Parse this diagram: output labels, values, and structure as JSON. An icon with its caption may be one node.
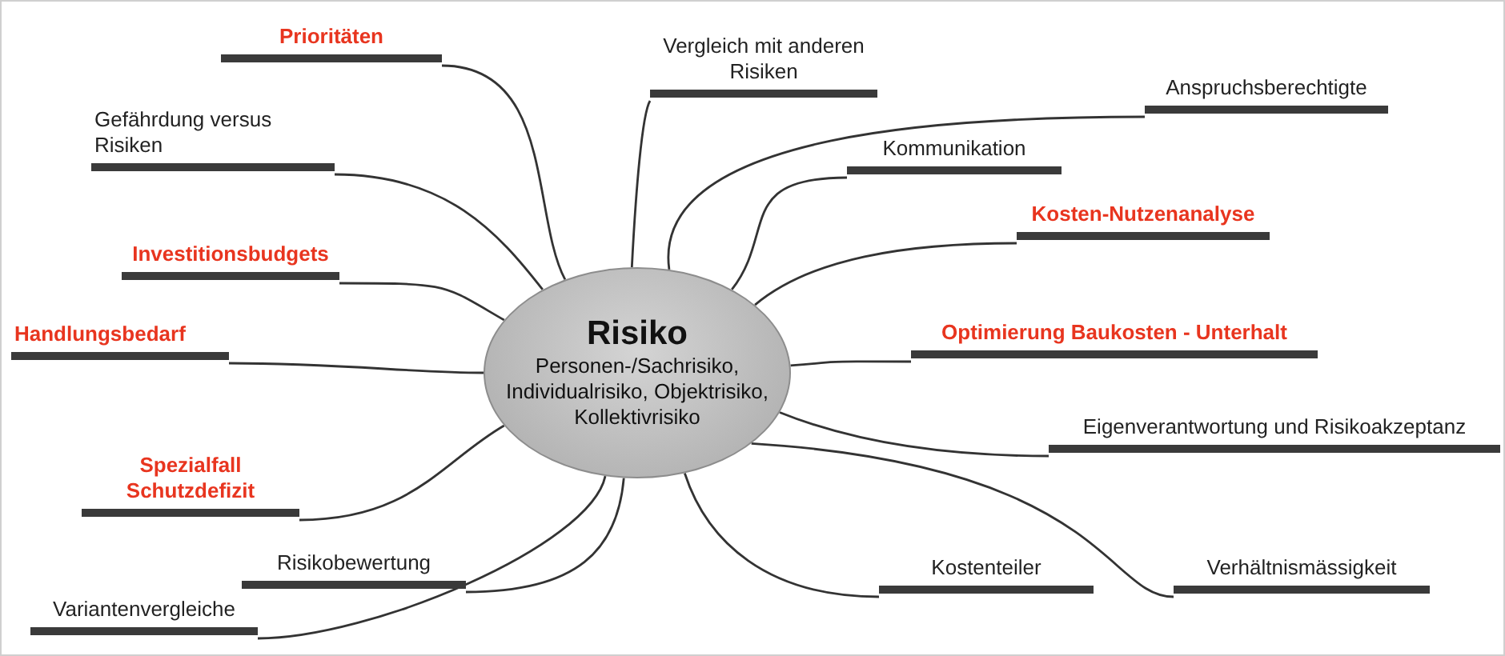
{
  "diagram": {
    "nodes": [
      {
        "text": [
          "Risiko",
          "Personen-/Sachrisiko, Individualrisiko, Objektrisiko, Kollektivrisiko"
        ]
      },
      {
        "text": [
          "Prioritäten"
        ]
      },
      {
        "text": [
          "Gefährdung versus Risiken"
        ]
      },
      {
        "text": [
          "Investitionsbudgets"
        ]
      },
      {
        "text": [
          "Handlungsbedarf"
        ]
      },
      {
        "text": [
          "Spezialfall Schutzdefizit"
        ]
      },
      {
        "text": [
          "Risikobewertung"
        ]
      },
      {
        "text": [
          "Variantenvergleiche"
        ]
      },
      {
        "text": [
          "Vergleich mit anderen Risiken"
        ]
      },
      {
        "text": [
          "Anspruchsberechtigte"
        ]
      },
      {
        "text": [
          "Kommunikation"
        ]
      },
      {
        "text": [
          "Kosten-Nutzenanalyse"
        ]
      },
      {
        "text": [
          "Optimierung Baukosten - Unterhalt"
        ]
      },
      {
        "text": [
          "Eigenverantwortung und Risikoakzeptanz"
        ]
      },
      {
        "text": [
          "Kostenteiler"
        ]
      },
      {
        "text": [
          "Verhältnismässigkeit"
        ]
      }
    ],
    "edges": [
      {
        "from": 0,
        "to": 1,
        "arrow": "none"
      },
      {
        "from": 0,
        "to": 2,
        "arrow": "none"
      },
      {
        "from": 0,
        "to": 3,
        "arrow": "none"
      },
      {
        "from": 0,
        "to": 4,
        "arrow": "none"
      },
      {
        "from": 0,
        "to": 5,
        "arrow": "none"
      },
      {
        "from": 0,
        "to": 6,
        "arrow": "none"
      },
      {
        "from": 0,
        "to": 7,
        "arrow": "none"
      },
      {
        "from": 0,
        "to": 8,
        "arrow": "none"
      },
      {
        "from": 0,
        "to": 9,
        "arrow": "none"
      },
      {
        "from": 0,
        "to": 10,
        "arrow": "none"
      },
      {
        "from": 0,
        "to": 11,
        "arrow": "none"
      },
      {
        "from": 0,
        "to": 12,
        "arrow": "none"
      },
      {
        "from": 0,
        "to": 13,
        "arrow": "none"
      },
      {
        "from": 0,
        "to": 14,
        "arrow": "none"
      },
      {
        "from": 0,
        "to": 15,
        "arrow": "none"
      }
    ]
  }
}
